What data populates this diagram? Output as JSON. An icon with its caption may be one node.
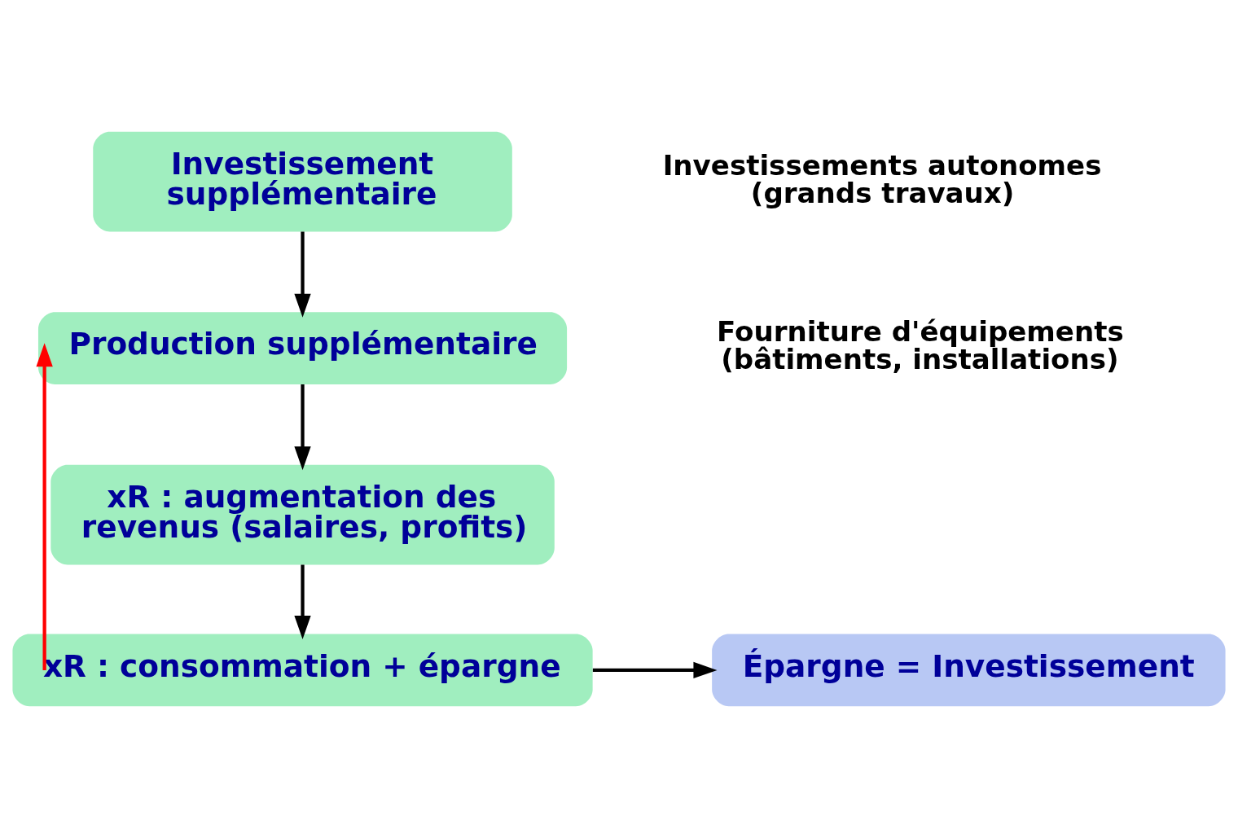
{
  "diagram": {
    "nodes": [
      {
        "text": [
          "Investissement supplémentaire"
        ]
      },
      {
        "text": [
          "Production supplémentaire"
        ]
      },
      {
        "text": [
          "xR : augmentation des revenus (salaires, profits)"
        ]
      },
      {
        "text": [
          "xR : consommation + épargne"
        ]
      },
      {
        "text": [
          "Épargne = Investissement"
        ]
      }
    ],
    "edges": [
      {
        "from": 0,
        "to": 1,
        "arrow": "to"
      },
      {
        "from": 1,
        "to": 2,
        "arrow": "to"
      },
      {
        "from": 2,
        "to": 3,
        "arrow": "to"
      },
      {
        "from": 3,
        "to": 4,
        "arrow": "to"
      },
      {
        "from": 3,
        "to": 1,
        "arrow": "to",
        "color": "#ff0000"
      }
    ],
    "labels": [
      "Investissements autonomes (grands travaux)",
      "Fourniture d'équipements (bâtiments, installations)"
    ]
  }
}
